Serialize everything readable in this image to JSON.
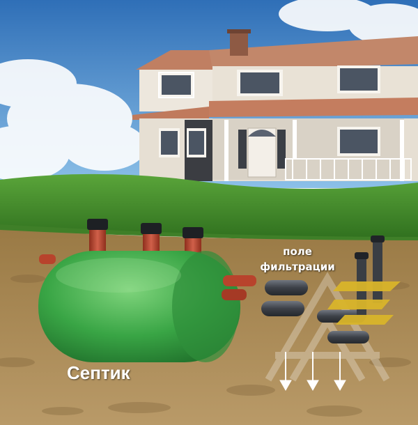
{
  "labels": {
    "septic": "Септик",
    "filtration_field_line1": "поле",
    "filtration_field_line2": "фильтрации"
  },
  "colors": {
    "sky": "#4f93cf",
    "grass": "#3f8a2a",
    "soil": "#a88a55",
    "tank": "#3fa648",
    "pipe_red": "#b8432c",
    "pipe_gray": "#4a4f57",
    "gravel_yellow": "#d9b52a"
  },
  "icons": [
    "watermark-logo",
    "down-arrow-icon"
  ]
}
